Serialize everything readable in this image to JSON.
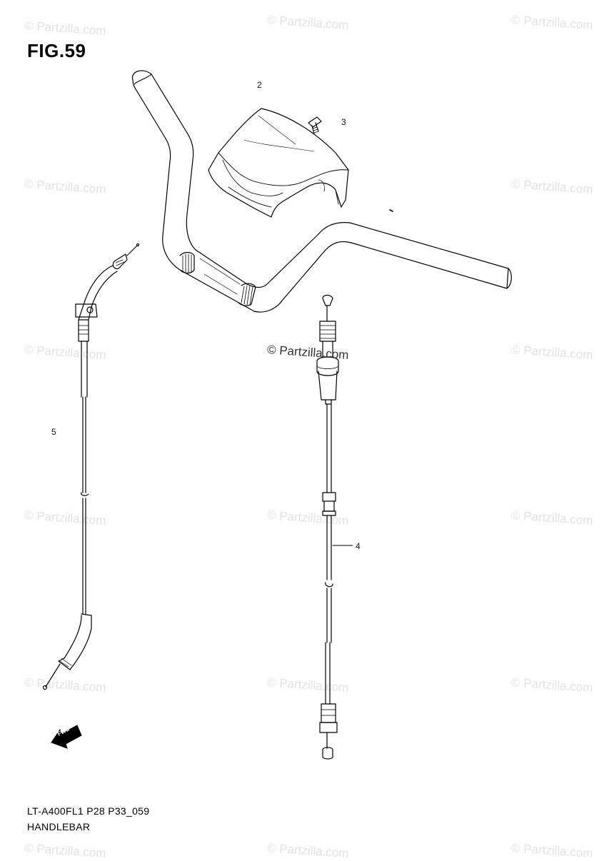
{
  "figure": {
    "title": "FIG.59"
  },
  "callouts": {
    "c2": "2",
    "c3": "3",
    "c4": "4",
    "c5": "5"
  },
  "footer": {
    "code": "LT-A400FL1 P28 P33_059",
    "name": "HANDLEBAR"
  },
  "watermark": {
    "text": "© Partzilla.com"
  },
  "forward_arrow": {
    "label": "FWD",
    "icon": "forward-arrow-icon"
  },
  "colors": {
    "line": "#000000",
    "watermark": "#e2e2e2",
    "background": "#ffffff"
  }
}
